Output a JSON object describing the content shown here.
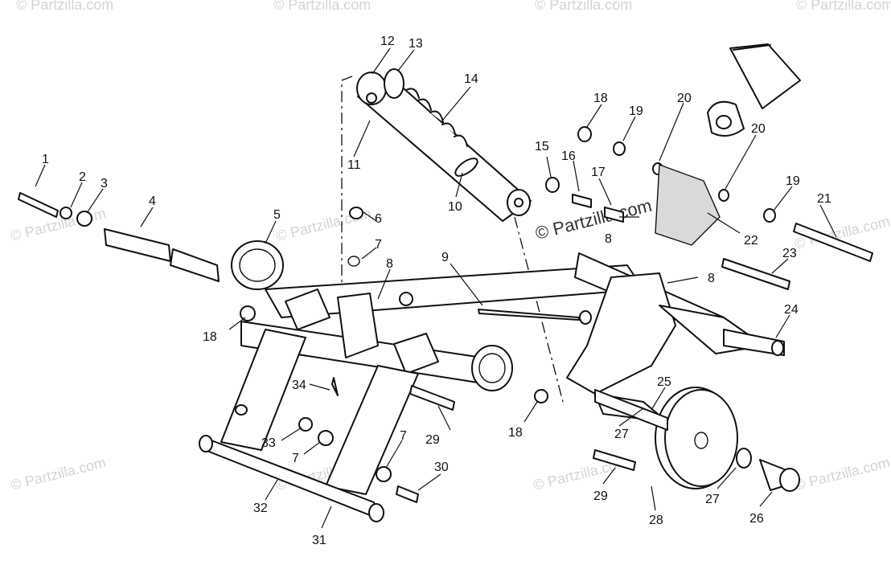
{
  "watermark": {
    "text": "© Partzilla.com",
    "prominent_text": "© Partzilla.com"
  },
  "callouts": [
    "1",
    "2",
    "3",
    "4",
    "5",
    "6",
    "7",
    "8",
    "9",
    "10",
    "11",
    "12",
    "13",
    "14",
    "15",
    "16",
    "17",
    "18",
    "19",
    "20",
    "21",
    "22",
    "23",
    "24",
    "25",
    "26",
    "27",
    "28",
    "29",
    "30",
    "31",
    "32",
    "33",
    "34"
  ],
  "colors": {
    "ink": "#111111",
    "paper": "#ffffff",
    "watermark": "#d4d4d4"
  }
}
